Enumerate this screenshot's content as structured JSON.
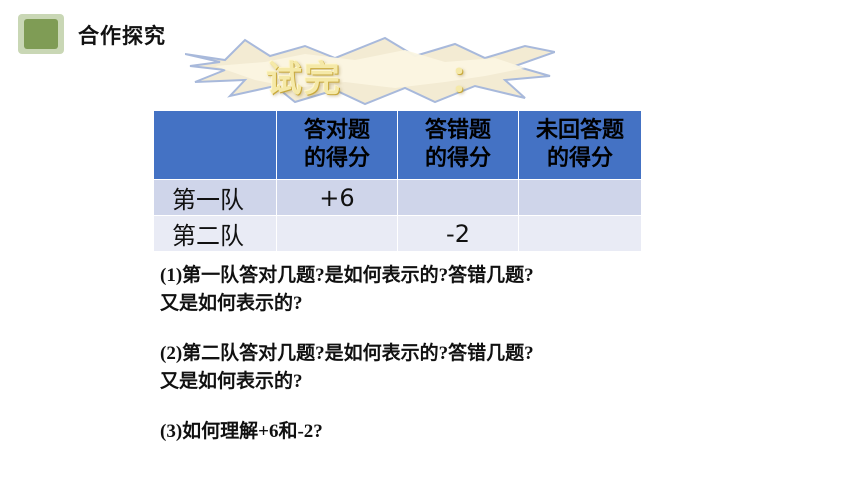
{
  "header": {
    "title": "合作探究"
  },
  "banner": {
    "text": "试完",
    "colon": "："
  },
  "table": {
    "headers": [
      "",
      "答对题\n的得分",
      "答错题\n的得分",
      "未回答题\n的得分"
    ],
    "header_lines": [
      [
        "",
        ""
      ],
      [
        "答对题",
        "的得分"
      ],
      [
        "答错题",
        "的得分"
      ],
      [
        "未回答题",
        "的得分"
      ]
    ],
    "rows": [
      {
        "label": "第一队",
        "correct": "+6",
        "wrong": "",
        "unanswered": ""
      },
      {
        "label": "第二队",
        "correct": "",
        "wrong": "-2",
        "unanswered": ""
      }
    ]
  },
  "questions": [
    {
      "line1": "(1)第一队答对几题?是如何表示的?答错几题?",
      "line2": "又是如何表示的?"
    },
    {
      "line1": "(2)第二队答对几题?是如何表示的?答错几题?",
      "line2": "又是如何表示的?"
    },
    {
      "line1": "(3)如何理解+6和-2?",
      "line2": ""
    }
  ],
  "colors": {
    "header_bg": "#4472c4",
    "row1_bg": "#cfd5ea",
    "row2_bg": "#e9ebf5",
    "badge": "#7f9c55"
  }
}
